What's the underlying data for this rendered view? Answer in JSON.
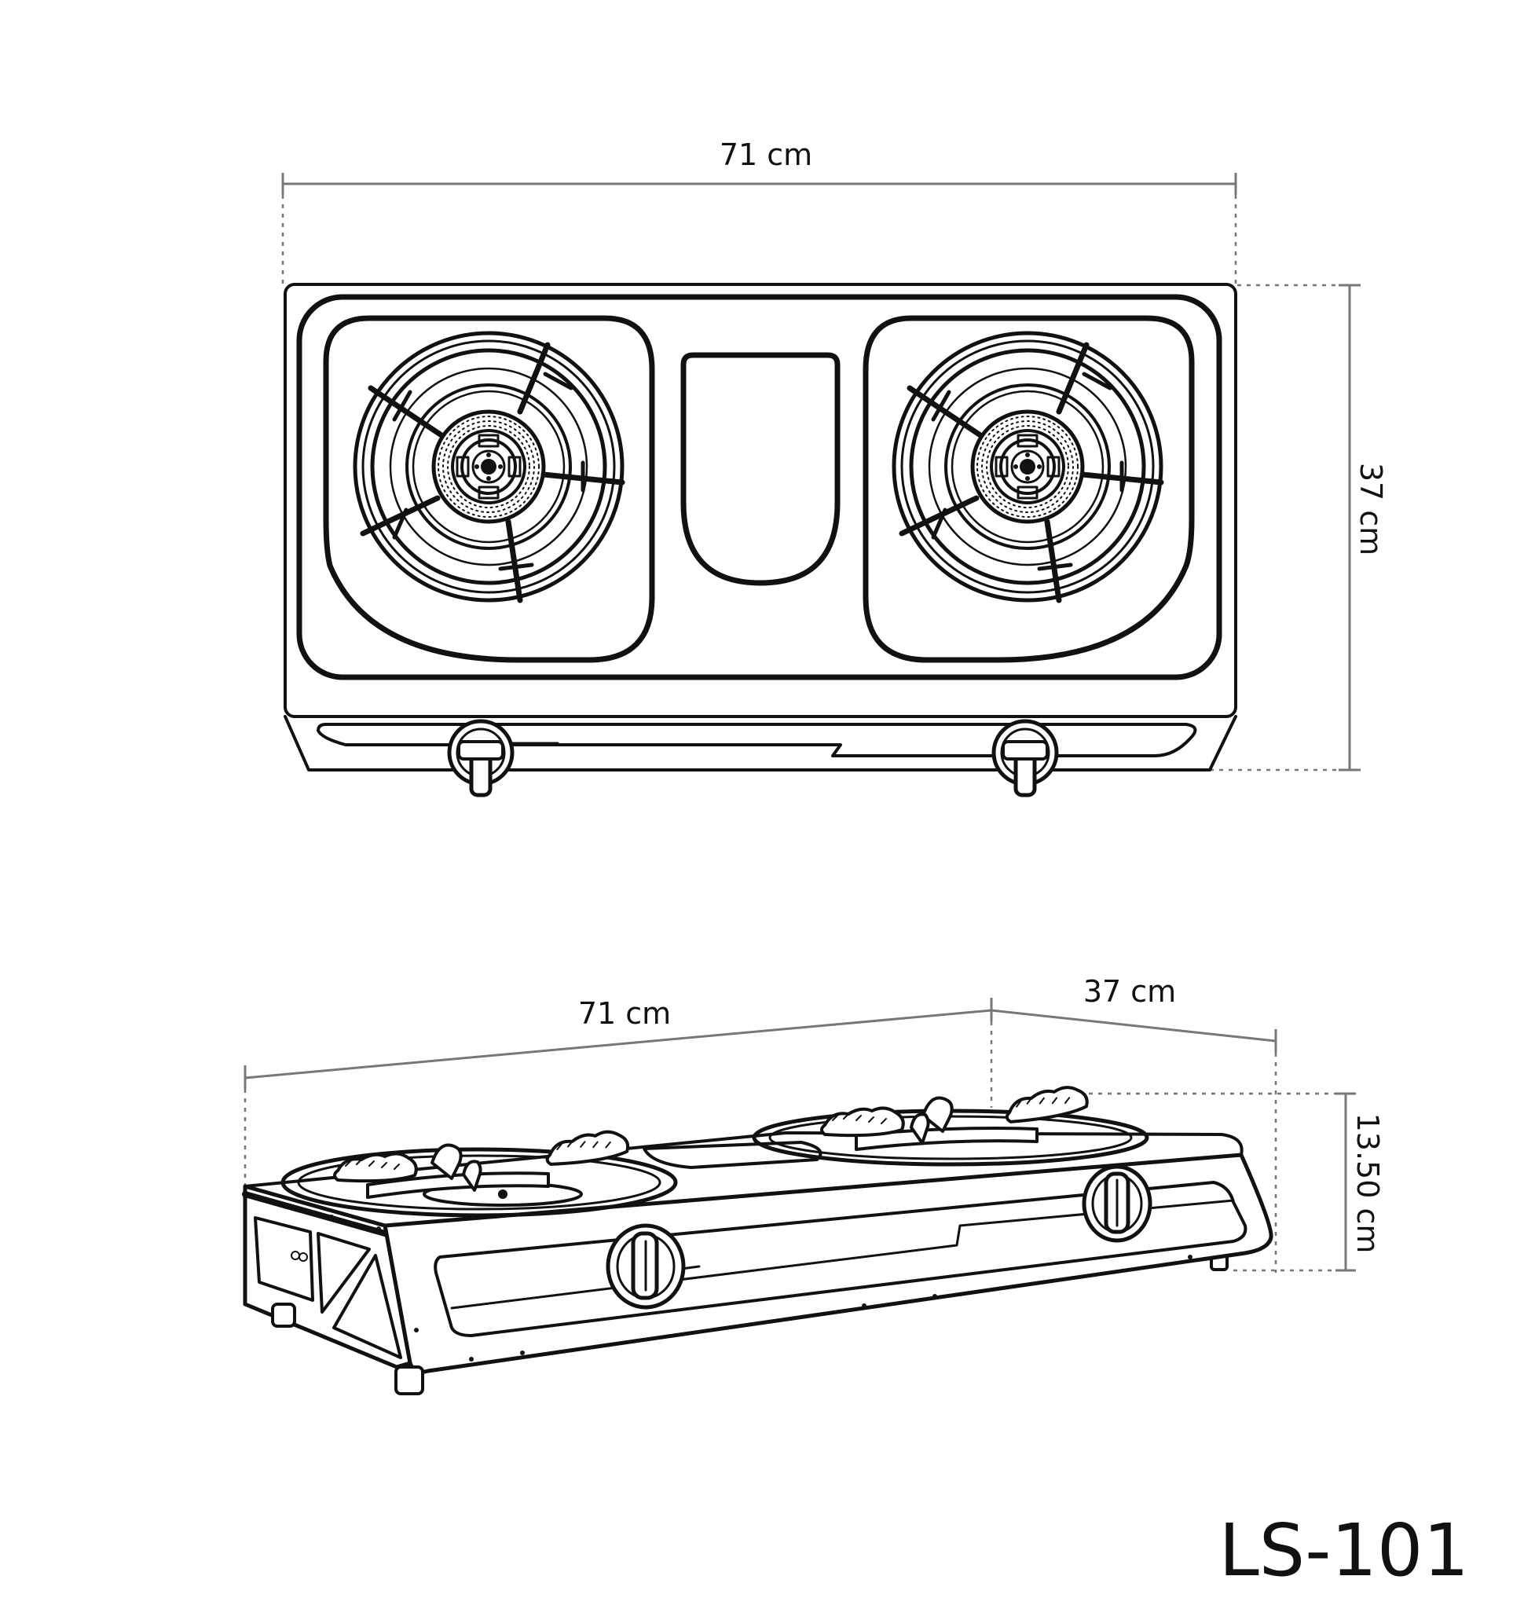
{
  "top_view": {
    "width_label": "71 cm",
    "depth_label": "37 cm"
  },
  "perspective_view": {
    "width_label": "71 cm",
    "depth_label": "37 cm",
    "height_label": "13.50 cm"
  },
  "model_label": "LS-101",
  "colors": {
    "ink": "#111111",
    "dimension": "#777777",
    "background": "#ffffff"
  }
}
